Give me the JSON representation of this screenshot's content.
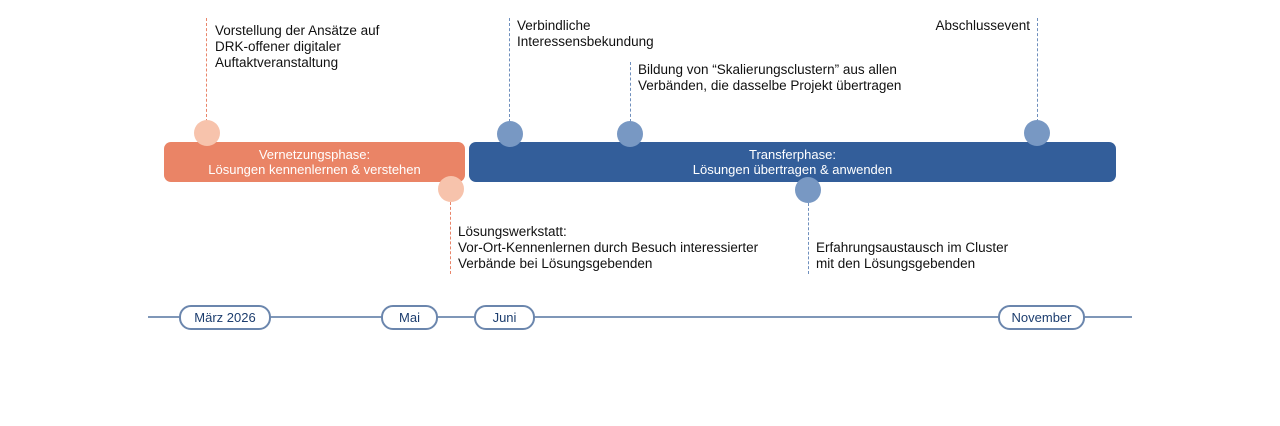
{
  "phases": [
    {
      "title": "Vernetzungsphase:",
      "subtitle": "Lösungen kennenlernen & verstehen",
      "color": "#ea8466"
    },
    {
      "title": "Transferphase:",
      "subtitle": "Lösungen übertragen & anwenden",
      "color": "#335e9a"
    }
  ],
  "events": [
    {
      "lines": [
        "Vorstellung der Ansätze auf",
        "DRK-offener digitaler",
        "Auftaktveranstaltung"
      ],
      "phase": "Vernetzungsphase",
      "position": "above"
    },
    {
      "lines": [
        "Lösungswerkstatt:",
        "Vor-Ort-Kennenlernen durch Besuch interessierter",
        "Verbände bei Lösungsgebenden"
      ],
      "phase": "Vernetzungsphase",
      "position": "below"
    },
    {
      "lines": [
        "Verbindliche",
        "Interessensbekundung"
      ],
      "phase": "Transferphase",
      "position": "above"
    },
    {
      "lines": [
        "Bildung von “Skalierungsclustern” aus allen",
        "Verbänden, die dasselbe Projekt übertragen"
      ],
      "phase": "Transferphase",
      "position": "above"
    },
    {
      "lines": [
        "Erfahrungsaustausch im Cluster",
        "mit den Lösungsgebenden"
      ],
      "phase": "Transferphase",
      "position": "below"
    },
    {
      "lines": [
        "Abschlussevent"
      ],
      "phase": "Transferphase",
      "position": "above"
    }
  ],
  "timeline": {
    "months": [
      "März 2026",
      "Mai",
      "Juni",
      "November"
    ]
  },
  "colors": {
    "orange": "#ea8466",
    "orange_light": "#f7c3ac",
    "blue": "#335e9a",
    "blue_light": "#7898c3",
    "axis": "#7f97b8"
  }
}
